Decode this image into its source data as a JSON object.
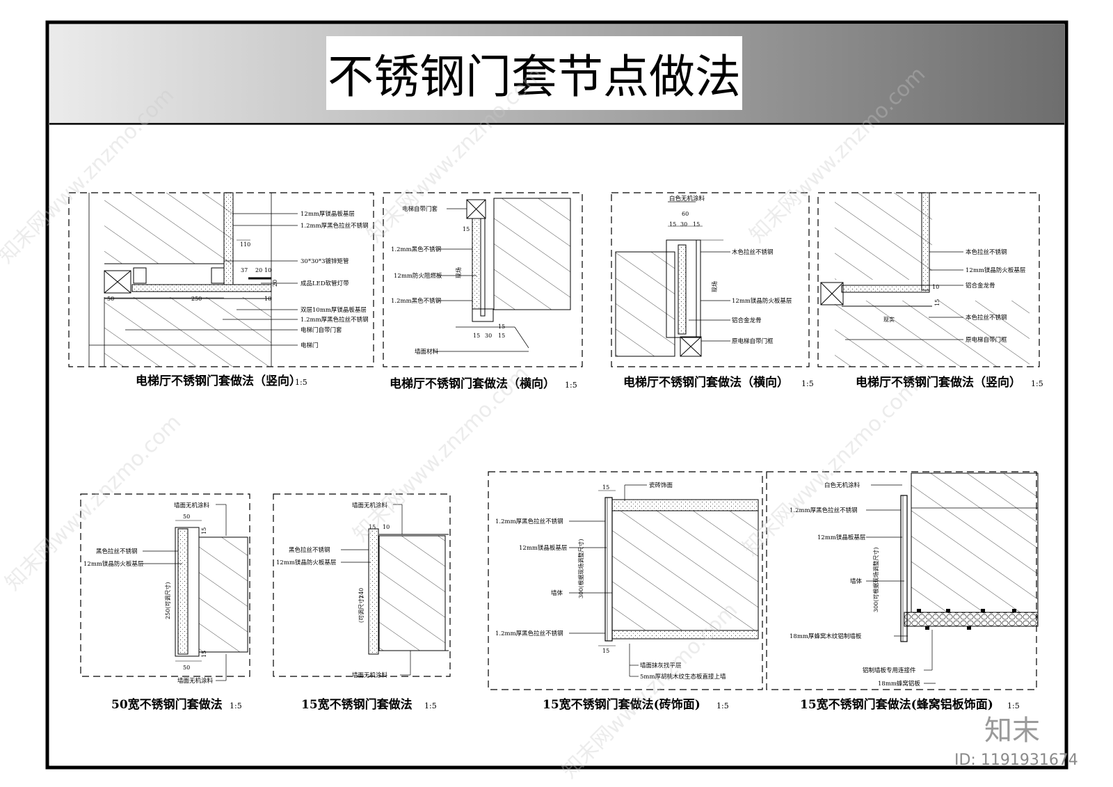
{
  "title": "不锈钢门套节点做法",
  "details": [
    {
      "caption": "电梯厅不锈钢门套做法（竖向）",
      "scale": "1:5",
      "notes": [
        "12mm厚镁晶板基层",
        "1.2mm厚黑色拉丝不锈钢",
        "30*30*3镀锌矩管",
        "成品LED软管灯带",
        "双层10mm厚镁晶板基层",
        "1.2mm厚黑色拉丝不锈钢",
        "电梯门自带门套",
        "电梯门"
      ],
      "dims": [
        "110",
        "37",
        "20",
        "10",
        "20",
        "50",
        "250",
        "10"
      ]
    },
    {
      "caption": "电梯厅不锈钢门套做法（横向）",
      "scale": "1:5",
      "notes": [
        "电梯自带门套",
        "1.2mm黑色不锈钢",
        "12mm防火阻燃板",
        "1.2mm黑色不锈钢",
        "墙面材料"
      ],
      "dims": [
        "15",
        "15",
        "30",
        "15",
        "15",
        "现场"
      ]
    },
    {
      "caption": "电梯厅不锈钢门套做法（横向）",
      "scale": "1:5",
      "notes": [
        "白色无机涂料",
        "木色拉丝不锈钢",
        "12mm镁晶防火板基层",
        "铝合金龙骨",
        "原电梯自带门框"
      ],
      "dims": [
        "60",
        "15",
        "30",
        "15",
        "现场"
      ]
    },
    {
      "caption": "电梯厅不锈钢门套做法（竖向）",
      "scale": "1:5",
      "notes": [
        "本色拉丝不锈钢",
        "12mm镁晶防火板基层",
        "铝合金龙骨",
        "本色拉丝不锈钢",
        "原电梯自带门框"
      ],
      "dims": [
        "10",
        "15",
        "现实"
      ]
    },
    {
      "caption": "50宽不锈钢门套做法",
      "scale": "1:5",
      "notes": [
        "墙面无机涂料",
        "黑色拉丝不锈钢",
        "12mm镁晶防火板基层",
        "墙面无机涂料"
      ],
      "dims": [
        "50",
        "15",
        "250(可调尺寸)",
        "15",
        "50"
      ]
    },
    {
      "caption": "15宽不锈钢门套做法",
      "scale": "1:5",
      "notes": [
        "墙面无机涂料",
        "黑色拉丝不锈钢",
        "12mm镁晶防火板基层",
        "墙面无机涂料"
      ],
      "dims": [
        "15",
        "10",
        "240",
        "(可调尺寸)"
      ]
    },
    {
      "caption": "15宽不锈钢门套做法(砖饰面)",
      "scale": "1:5",
      "notes": [
        "瓷砖饰面",
        "1.2mm厚黑色拉丝不锈钢",
        "12mm镁晶板基层",
        "墙体",
        "1.2mm厚黑色拉丝不锈钢",
        "墙面抹灰找平层",
        "5mm厚胡桃木纹生态板直接上墙"
      ],
      "dims": [
        "15",
        "300(根据现场调整尺寸)",
        "15"
      ]
    },
    {
      "caption": "15宽不锈钢门套做法(蜂窝铝板饰面)",
      "scale": "1:5",
      "notes": [
        "白色无机涂料",
        "1.2mm厚黑色拉丝不锈钢",
        "12mm镁晶板基层",
        "墙体",
        "18mm厚蜂窝木纹铝制墙板",
        "铝制墙板专用连接件",
        "18mm蜂窝铝板"
      ],
      "dims": [
        "300(可根据现场调整尺寸)"
      ]
    }
  ],
  "watermark": {
    "text": "知末网www.znzmo.com",
    "logo": "知末",
    "id": "ID: 1191931674"
  }
}
